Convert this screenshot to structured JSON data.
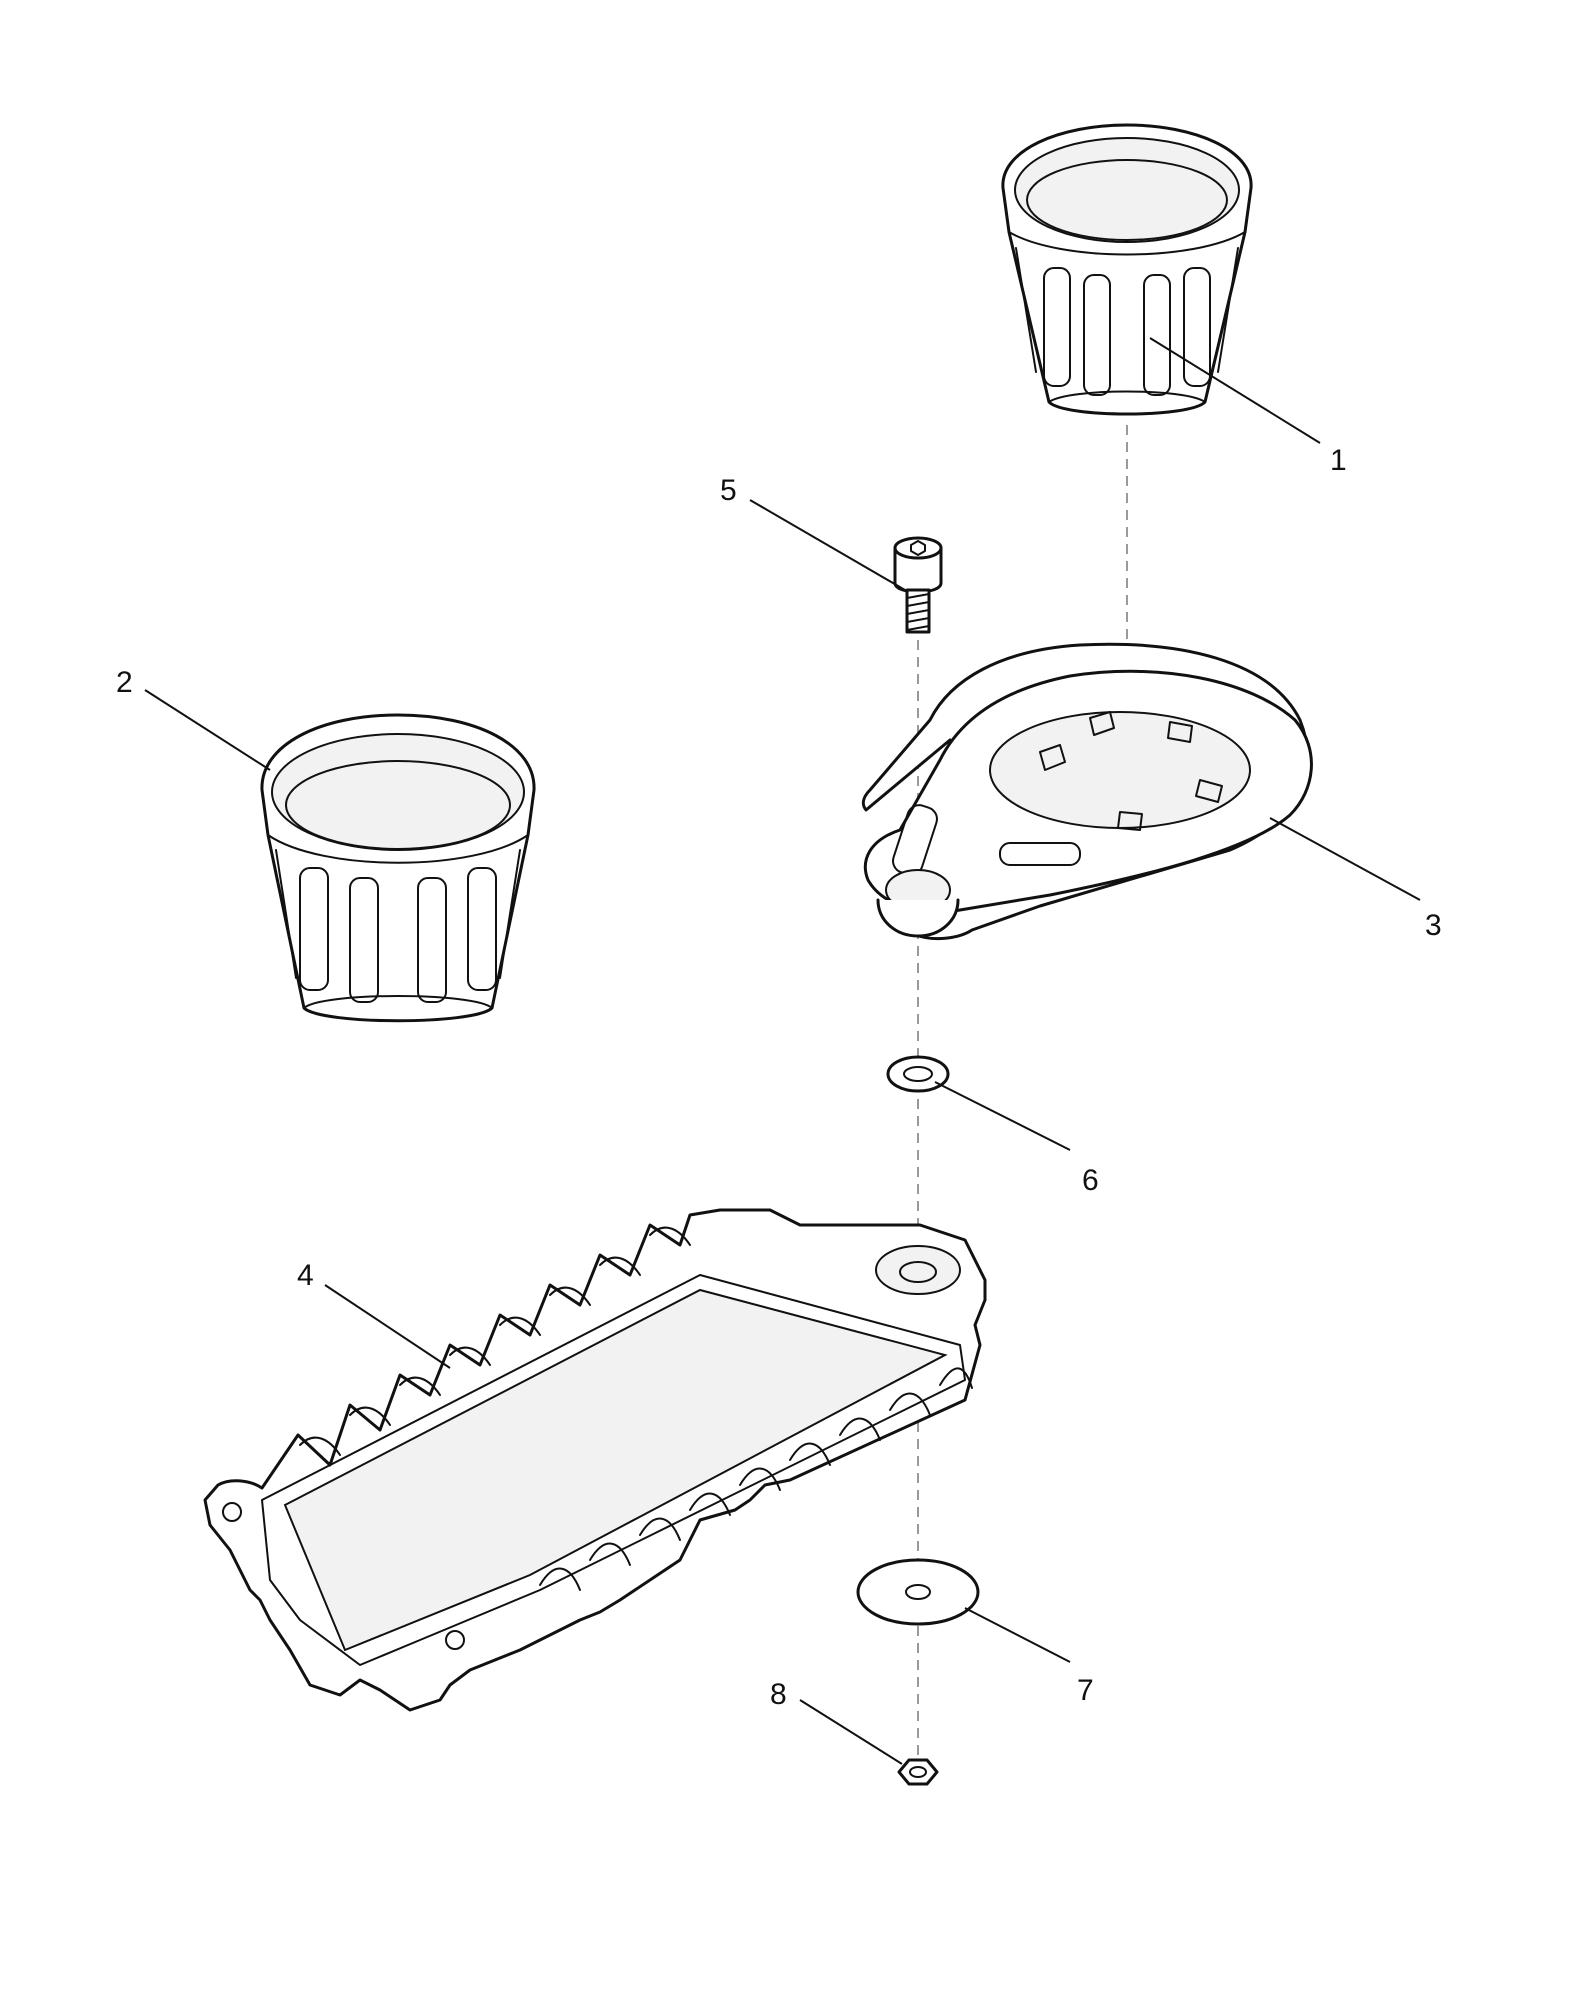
{
  "callouts": [
    {
      "id": "1",
      "text": "1",
      "part": "knob-large"
    },
    {
      "id": "2",
      "text": "2",
      "part": "knob-small"
    },
    {
      "id": "3",
      "text": "3",
      "part": "wrench-plate"
    },
    {
      "id": "4",
      "text": "4",
      "part": "tray"
    },
    {
      "id": "5",
      "text": "5",
      "part": "cap-screw"
    },
    {
      "id": "6",
      "text": "6",
      "part": "lock-washer"
    },
    {
      "id": "7",
      "text": "7",
      "part": "flat-washer"
    },
    {
      "id": "8",
      "text": "8",
      "part": "hex-nut"
    }
  ]
}
